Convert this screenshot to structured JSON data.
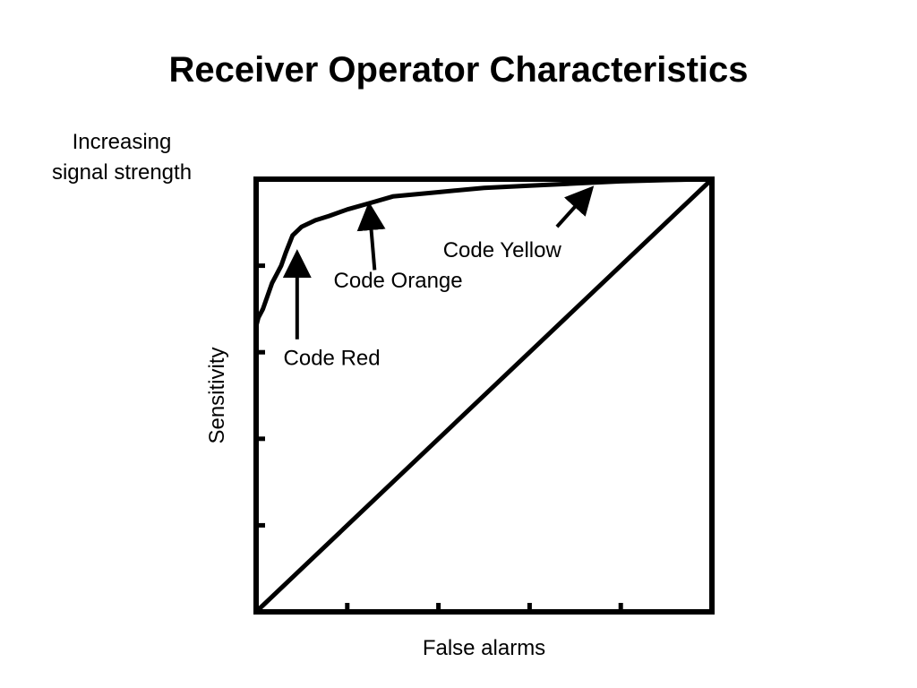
{
  "slide": {
    "title": "Receiver Operator Characteristics",
    "side_note": "Increasing signal strength"
  },
  "chart_data": {
    "type": "line",
    "title": "",
    "xlabel": "False alarms",
    "ylabel": "Sensitivity",
    "xlim": [
      0,
      1
    ],
    "ylim": [
      0,
      1
    ],
    "x_ticks": [
      0,
      0.2,
      0.4,
      0.6,
      0.8,
      1.0
    ],
    "y_ticks": [
      0,
      0.2,
      0.4,
      0.6,
      0.8,
      1.0
    ],
    "grid": false,
    "series": [
      {
        "x": [
          0,
          0.005,
          0.015,
          0.025,
          0.035,
          0.045,
          0.055,
          0.065,
          0.08,
          0.1,
          0.13,
          0.16,
          0.2,
          0.25,
          0.3,
          0.4,
          0.5,
          0.6,
          0.7,
          0.8,
          0.9,
          1.0
        ],
        "values": [
          0.66,
          0.68,
          0.7,
          0.73,
          0.76,
          0.78,
          0.8,
          0.83,
          0.87,
          0.89,
          0.905,
          0.915,
          0.93,
          0.945,
          0.96,
          0.97,
          0.98,
          0.985,
          0.99,
          0.995,
          0.998,
          1.0
        ]
      },
      {
        "x": [
          0,
          1
        ],
        "values": [
          0,
          1
        ]
      }
    ],
    "annotations": [
      {
        "text": "Code Red",
        "point": [
          0.09,
          0.83
        ]
      },
      {
        "text": "Code Orange",
        "point": [
          0.25,
          0.94
        ]
      },
      {
        "text": "Code Yellow",
        "point": [
          0.72,
          0.985
        ]
      }
    ]
  }
}
